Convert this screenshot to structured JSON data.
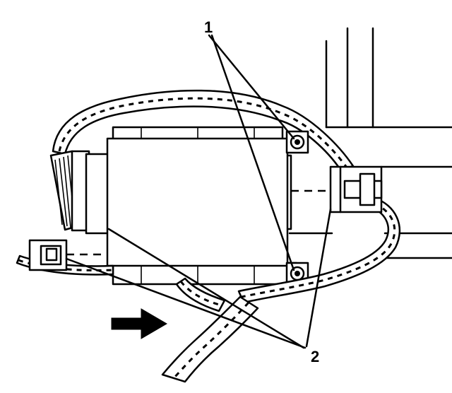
{
  "callouts": [
    {
      "id": "1",
      "label": "1",
      "targets": [
        "upper-mounting-nut",
        "lower-mounting-nut"
      ]
    },
    {
      "id": "2",
      "label": "2",
      "targets": [
        "left-electrical-connector",
        "right-electrical-connector"
      ]
    }
  ],
  "icons": {
    "direction_arrow": "arrow-right-icon"
  },
  "colors": {
    "ink": "#000000",
    "background": "#ffffff"
  }
}
